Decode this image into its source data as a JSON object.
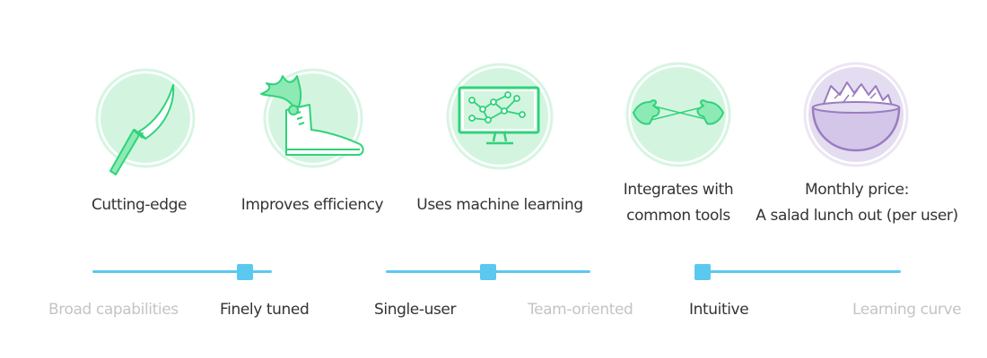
{
  "features": [
    {
      "id": "cutting-edge",
      "lines": [
        "Cutting-edge"
      ],
      "icon": "knife-icon",
      "color": "#c9f2da"
    },
    {
      "id": "efficiency",
      "lines": [
        "Improves efficiency"
      ],
      "icon": "winged-boot-icon",
      "color": "#c9f2da"
    },
    {
      "id": "machine-learning",
      "lines": [
        "Uses machine learning"
      ],
      "icon": "monitor-network-icon",
      "color": "#c9f2da"
    },
    {
      "id": "integrations",
      "lines": [
        "Integrates with",
        "common tools"
      ],
      "icon": "hands-reaching-icon",
      "color": "#c9f2da"
    },
    {
      "id": "price",
      "lines": [
        "Monthly price:",
        "A salad lunch out (per user)"
      ],
      "icon": "salad-bowl-icon",
      "color": "#e4dcf0"
    }
  ],
  "sliders": [
    {
      "id": "capabilities",
      "left_label": "Broad capabilities",
      "right_label": "Finely tuned",
      "value": 0.85,
      "active": "right"
    },
    {
      "id": "users",
      "left_label": "Single-user",
      "right_label": "Team-oriented",
      "value": 0.5,
      "active": "left"
    },
    {
      "id": "complexity",
      "left_label": "Intuitive",
      "right_label": "Learning curve",
      "value": 0.02,
      "active": "left"
    }
  ],
  "colors": {
    "accent": "#5bc8f0",
    "green_stroke": "#2fd37a",
    "green_fill": "#c9f2da",
    "purple_stroke": "#9a7cc0",
    "purple_fill": "#e4dcf0",
    "text_active": "#333333",
    "text_inactive": "#c4c4c4"
  }
}
